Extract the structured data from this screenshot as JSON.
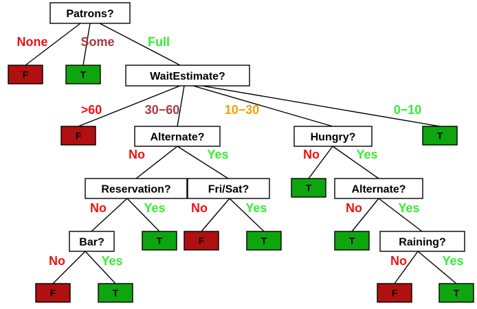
{
  "colors": {
    "leaf_false_fill": "#b01010",
    "leaf_true_fill": "#0ea50e",
    "leaf_text": "#000000",
    "edge_red": "#ee1111",
    "edge_green": "#33ee33",
    "edge_brown": "#a83a3a",
    "edge_orange": "#f5a000",
    "line": "#000000"
  },
  "nodes": [
    {
      "id": "patrons",
      "kind": "attr",
      "label": "Patrons?"
    },
    {
      "id": "wait",
      "kind": "attr",
      "label": "WaitEstimate?"
    },
    {
      "id": "alt1",
      "kind": "attr",
      "label": "Alternate?"
    },
    {
      "id": "hungry",
      "kind": "attr",
      "label": "Hungry?"
    },
    {
      "id": "res",
      "kind": "attr",
      "label": "Reservation?"
    },
    {
      "id": "frisat",
      "kind": "attr",
      "label": "Fri/Sat?"
    },
    {
      "id": "alt2",
      "kind": "attr",
      "label": "Alternate?"
    },
    {
      "id": "bar",
      "kind": "attr",
      "label": "Bar?"
    },
    {
      "id": "raining",
      "kind": "attr",
      "label": "Raining?"
    },
    {
      "id": "l_none",
      "kind": "leaf",
      "label": "F",
      "value": false
    },
    {
      "id": "l_some",
      "kind": "leaf",
      "label": "T",
      "value": true
    },
    {
      "id": "l_gt60",
      "kind": "leaf",
      "label": "F",
      "value": false
    },
    {
      "id": "l_0to10",
      "kind": "leaf",
      "label": "T",
      "value": true
    },
    {
      "id": "l_hungry_no",
      "kind": "leaf",
      "label": "T",
      "value": true
    },
    {
      "id": "l_res_yes",
      "kind": "leaf",
      "label": "T",
      "value": true
    },
    {
      "id": "l_fri_no",
      "kind": "leaf",
      "label": "F",
      "value": false
    },
    {
      "id": "l_fri_yes",
      "kind": "leaf",
      "label": "T",
      "value": true
    },
    {
      "id": "l_alt2_no",
      "kind": "leaf",
      "label": "T",
      "value": true
    },
    {
      "id": "l_bar_no",
      "kind": "leaf",
      "label": "F",
      "value": false
    },
    {
      "id": "l_bar_yes",
      "kind": "leaf",
      "label": "T",
      "value": true
    },
    {
      "id": "l_rain_no",
      "kind": "leaf",
      "label": "F",
      "value": false
    },
    {
      "id": "l_rain_yes",
      "kind": "leaf",
      "label": "T",
      "value": true
    }
  ],
  "edges": [
    {
      "from": "patrons",
      "to": "l_none",
      "label": "None",
      "color": "red"
    },
    {
      "from": "patrons",
      "to": "l_some",
      "label": "Some",
      "color": "brown"
    },
    {
      "from": "patrons",
      "to": "wait",
      "label": "Full",
      "color": "green"
    },
    {
      "from": "wait",
      "to": "l_gt60",
      "label": ">60",
      "color": "red"
    },
    {
      "from": "wait",
      "to": "alt1",
      "label": "30−60",
      "color": "brown"
    },
    {
      "from": "wait",
      "to": "hungry",
      "label": "10−30",
      "color": "orange"
    },
    {
      "from": "wait",
      "to": "l_0to10",
      "label": "0−10",
      "color": "green"
    },
    {
      "from": "alt1",
      "to": "res",
      "label": "No",
      "color": "red"
    },
    {
      "from": "alt1",
      "to": "frisat",
      "label": "Yes",
      "color": "green"
    },
    {
      "from": "hungry",
      "to": "l_hungry_no",
      "label": "No",
      "color": "red"
    },
    {
      "from": "hungry",
      "to": "alt2",
      "label": "Yes",
      "color": "green"
    },
    {
      "from": "res",
      "to": "bar",
      "label": "No",
      "color": "red"
    },
    {
      "from": "res",
      "to": "l_res_yes",
      "label": "Yes",
      "color": "green"
    },
    {
      "from": "frisat",
      "to": "l_fri_no",
      "label": "No",
      "color": "red"
    },
    {
      "from": "frisat",
      "to": "l_fri_yes",
      "label": "Yes",
      "color": "green"
    },
    {
      "from": "alt2",
      "to": "l_alt2_no",
      "label": "No",
      "color": "red"
    },
    {
      "from": "alt2",
      "to": "raining",
      "label": "Yes",
      "color": "green"
    },
    {
      "from": "bar",
      "to": "l_bar_no",
      "label": "No",
      "color": "red"
    },
    {
      "from": "bar",
      "to": "l_bar_yes",
      "label": "Yes",
      "color": "green"
    },
    {
      "from": "raining",
      "to": "l_rain_no",
      "label": "No",
      "color": "red"
    },
    {
      "from": "raining",
      "to": "l_rain_yes",
      "label": "Yes",
      "color": "green"
    }
  ]
}
